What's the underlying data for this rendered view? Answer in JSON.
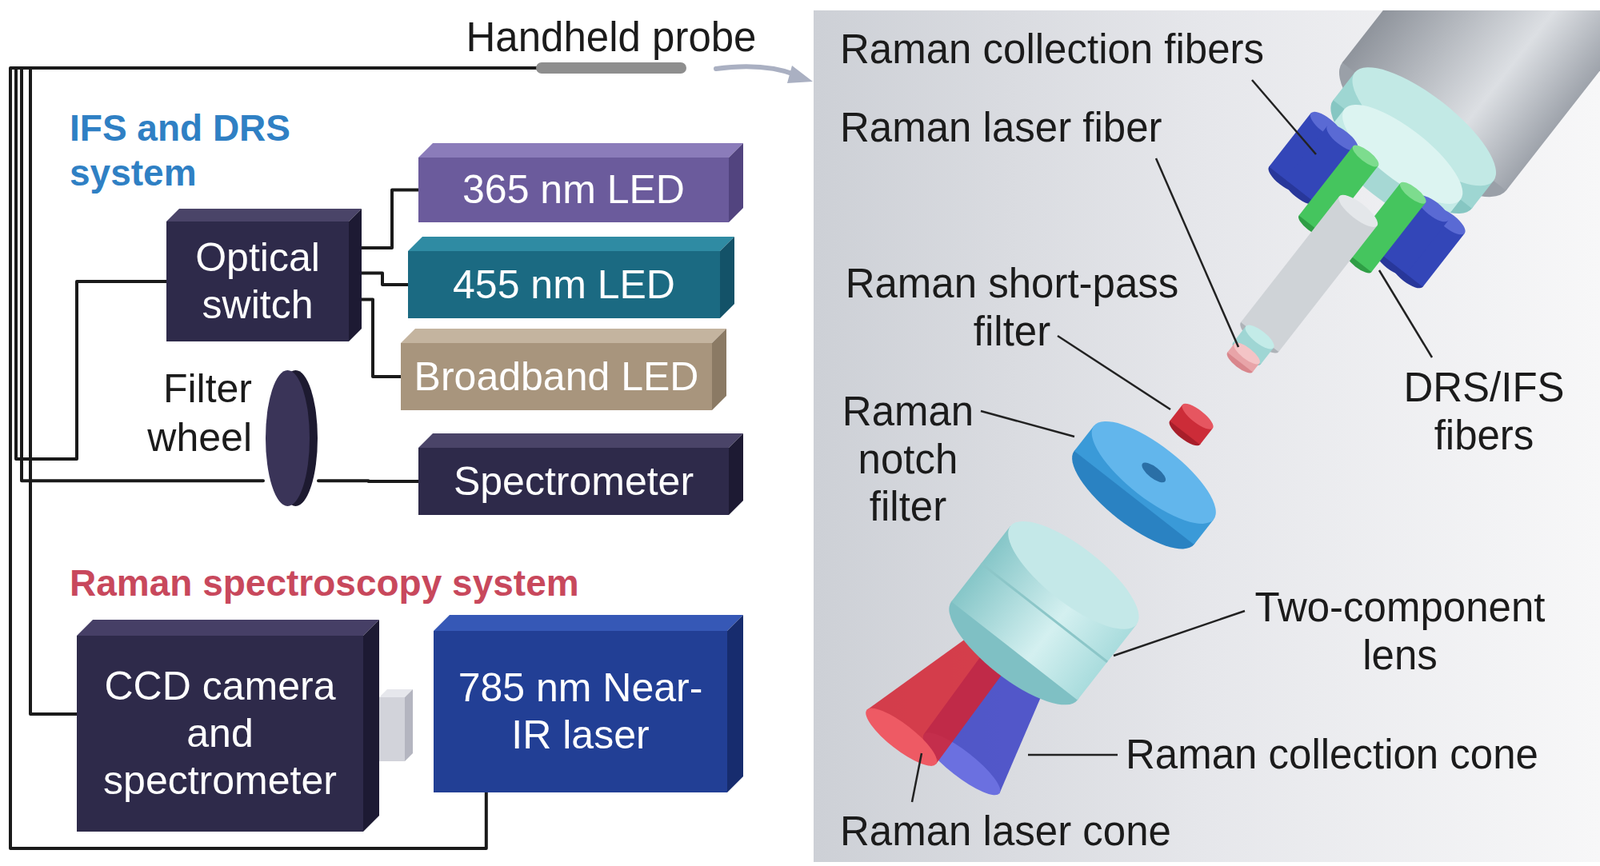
{
  "diagram": {
    "nodes": [
      {
        "text": [
          "Handheld probe"
        ]
      },
      {
        "text": [
          "IFS and DRS system"
        ]
      },
      {
        "text": [
          "Optical switch"
        ],
        "in": 1
      },
      {
        "text": [
          "365 nm LED"
        ],
        "in": 1
      },
      {
        "text": [
          "455 nm LED"
        ],
        "in": 1
      },
      {
        "text": [
          "Broadband LED"
        ],
        "in": 1
      },
      {
        "text": [
          "Filter wheel"
        ],
        "in": 1
      },
      {
        "text": [
          "Spectrometer"
        ],
        "in": 1
      },
      {
        "text": [
          "Raman spectroscopy system"
        ]
      },
      {
        "text": [
          "CCD camera and spectrometer"
        ],
        "in": 8
      },
      {
        "text": [
          "785 nm Near-IR laser"
        ],
        "in": 8
      }
    ],
    "edges": [
      {
        "from": 0,
        "to": 2,
        "arrow": "none"
      },
      {
        "from": 2,
        "to": 3,
        "arrow": "none"
      },
      {
        "from": 2,
        "to": 4,
        "arrow": "none"
      },
      {
        "from": 2,
        "to": 5,
        "arrow": "none"
      },
      {
        "from": 0,
        "to": 6,
        "arrow": "none"
      },
      {
        "from": 6,
        "to": 7,
        "arrow": "none"
      },
      {
        "from": 0,
        "to": 9,
        "arrow": "none"
      },
      {
        "from": 0,
        "to": 10,
        "arrow": "none"
      }
    ],
    "labels": [
      "Raman collection fibers",
      "Raman laser fiber",
      "Raman short-pass filter",
      "DRS/IFS fibers",
      "Raman notch filter",
      "Two-component lens",
      "Raman collection cone",
      "Raman laser cone"
    ]
  }
}
